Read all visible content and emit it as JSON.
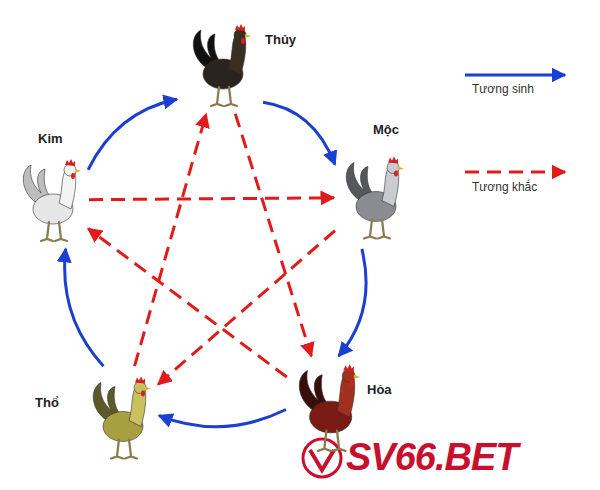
{
  "diagram": {
    "nodes": [
      {
        "text": [
          "Thủy"
        ]
      },
      {
        "text": [
          "Mộc"
        ]
      },
      {
        "text": [
          "Hỏa"
        ]
      },
      {
        "text": [
          "Thổ"
        ]
      },
      {
        "text": [
          "Kim"
        ]
      }
    ],
    "edges": [
      {
        "from": 0,
        "to": 1,
        "arrow": "to"
      },
      {
        "from": 1,
        "to": 2,
        "arrow": "to"
      },
      {
        "from": 2,
        "to": 3,
        "arrow": "to"
      },
      {
        "from": 3,
        "to": 4,
        "arrow": "to"
      },
      {
        "from": 4,
        "to": 0,
        "arrow": "to"
      },
      {
        "from": 0,
        "to": 2,
        "arrow": "to"
      },
      {
        "from": 2,
        "to": 4,
        "arrow": "to"
      },
      {
        "from": 4,
        "to": 1,
        "arrow": "to"
      },
      {
        "from": 1,
        "to": 3,
        "arrow": "to"
      },
      {
        "from": 3,
        "to": 0,
        "arrow": "to"
      }
    ],
    "labels": [
      "SV66.BET"
    ],
    "legend": [
      {
        "text": "Tương sinh"
      },
      {
        "text": "Tương khắc"
      }
    ]
  }
}
